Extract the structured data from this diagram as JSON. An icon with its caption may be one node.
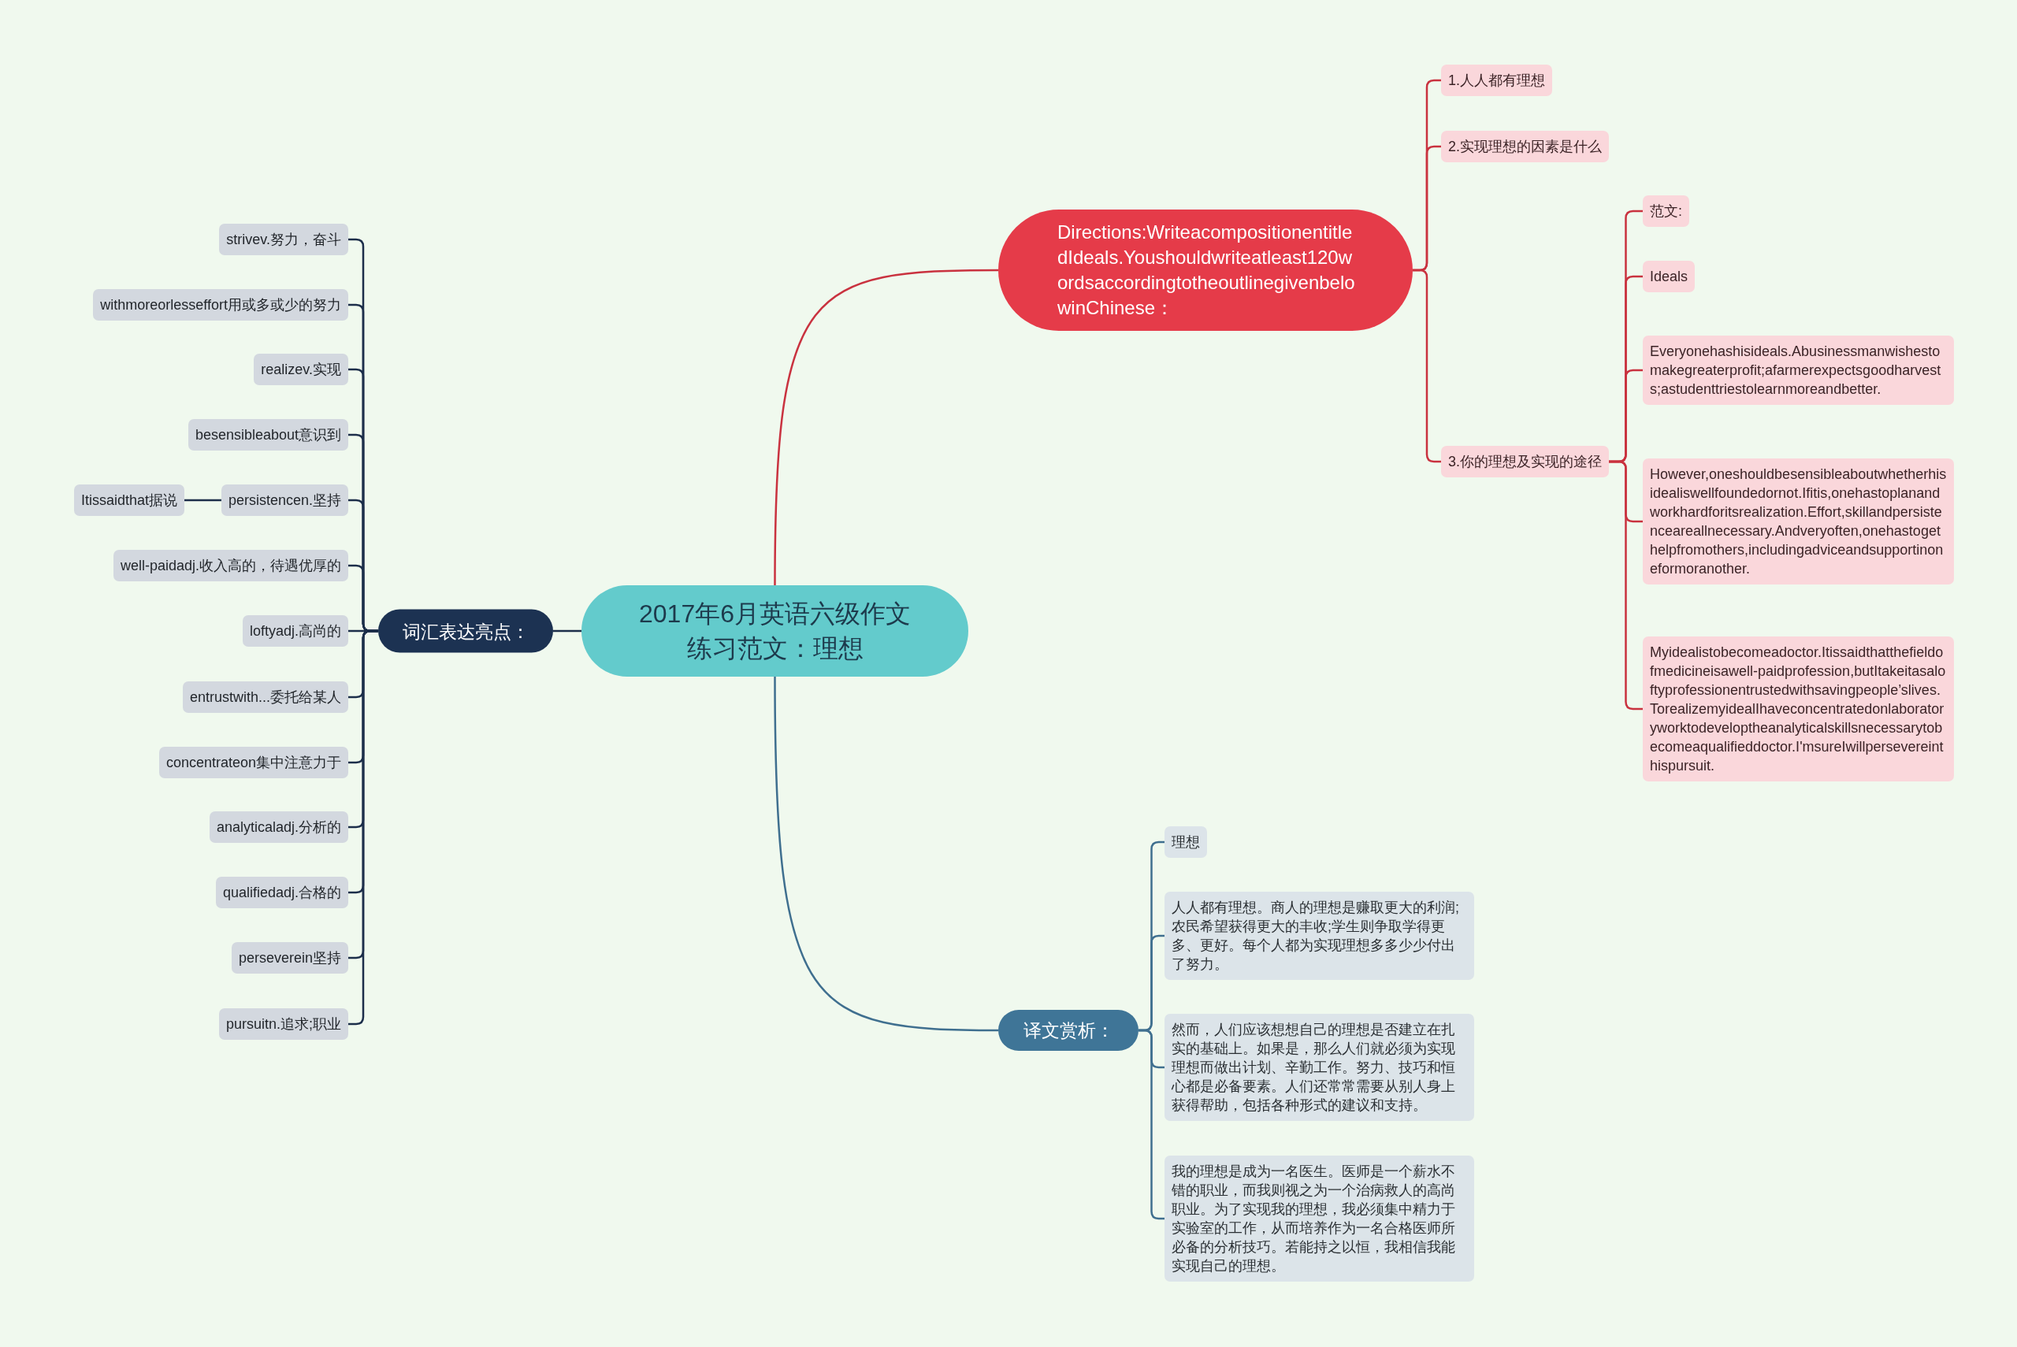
{
  "diagram": {
    "nodes": [
      {
        "text": [
          "2017年6月英语六级作文练习范文：理想"
        ]
      },
      {
        "text": [
          "Directions:WriteacompositionentitledIdeals.Youshouldwriteatleast120wordsaccordingtotheoutlinegivenbelowinChinese："
        ]
      },
      {
        "text": [
          "1.人人都有理想"
        ]
      },
      {
        "text": [
          "2.实现理想的因素是什么"
        ]
      },
      {
        "text": [
          "3.你的理想及实现的途径"
        ]
      },
      {
        "text": [
          "范文:"
        ]
      },
      {
        "text": [
          "Ideals"
        ]
      },
      {
        "text": [
          "Everyonehashisideals.Abusinessmanwishestomakegreaterprofit;afarmerexpectsgoodharvests;astudenttriestolearnmoreandbetter."
        ]
      },
      {
        "text": [
          "However,oneshouldbesensibleaboutwhetherhisidealiswellfoundedornot.Ifitis,onehastoplanandworkhardforitsrealization.Effort,skillandpersistenceareallnecessary.Andveryoften,onehastogethelpfromothers,includingadviceandsupportinoneformoranother."
        ]
      },
      {
        "text": [
          "Myidealistobecomeadoctor.Itissaidthatthefieldofmedicineisawell-paidprofession,butItakeitasaloftyprofessionentrustedwithsavingpeople’slives.TorealizemyidealIhaveconcentratedonlaboratoryworktodeveloptheanalyticalskillsnecessarytobecomeaqualifieddoctor.I'msureIwillpersevereinthispursuit."
        ]
      },
      {
        "text": [
          "词汇表达亮点："
        ]
      },
      {
        "text": [
          "strivev.努力，奋斗"
        ]
      },
      {
        "text": [
          "withmoreorlesseffort用或多或少的努力"
        ]
      },
      {
        "text": [
          "realizev.实现"
        ]
      },
      {
        "text": [
          "besensibleabout意识到"
        ]
      },
      {
        "text": [
          "persistencen.坚持"
        ]
      },
      {
        "text": [
          "Itissaidthat据说"
        ]
      },
      {
        "text": [
          "well-paidadj.收入高的，待遇优厚的"
        ]
      },
      {
        "text": [
          "loftyadj.高尚的"
        ]
      },
      {
        "text": [
          "entrustwith...委托给某人"
        ]
      },
      {
        "text": [
          "concentrateon集中注意力于"
        ]
      },
      {
        "text": [
          "analyticaladj.分析的"
        ]
      },
      {
        "text": [
          "qualifiedadj.合格的"
        ]
      },
      {
        "text": [
          "perseverein坚持"
        ]
      },
      {
        "text": [
          "pursuitn.追求;职业"
        ]
      },
      {
        "text": [
          "译文赏析："
        ]
      },
      {
        "text": [
          "理想"
        ]
      },
      {
        "text": [
          "人人都有理想。商人的理想是赚取更大的利润;农民希望获得更大的丰收;学生则争取学得更多、更好。每个人都为实现理想多多少少付出了努力。"
        ]
      },
      {
        "text": [
          "然而，人们应该想想自己的理想是否建立在扎实的基础上。如果是，那么人们就必须为实现理想而做出计划、辛勤工作。努力、技巧和恒心都是必备要素。人们还常常需要从别人身上获得帮助，包括各种形式的建议和支持。"
        ]
      },
      {
        "text": [
          "我的理想是成为一名医生。医师是一个薪水不错的职业，而我则视之为一个治病救人的高尚职业。为了实现我的理想，我必须集中精力于实验室的工作，从而培养作为一名合格医师所必备的分析技巧。若能持之以恒，我相信我能实现自己的理想。"
        ]
      }
    ],
    "edges": [
      {
        "from": 0,
        "to": 1,
        "arrow": "none",
        "color": "#c9323f"
      },
      {
        "from": 1,
        "to": 2,
        "arrow": "none",
        "color": "#c9323f"
      },
      {
        "from": 1,
        "to": 3,
        "arrow": "none",
        "color": "#c9323f"
      },
      {
        "from": 1,
        "to": 4,
        "arrow": "none",
        "color": "#c9323f"
      },
      {
        "from": 4,
        "to": 5,
        "arrow": "none",
        "color": "#c9323f"
      },
      {
        "from": 4,
        "to": 6,
        "arrow": "none",
        "color": "#c9323f"
      },
      {
        "from": 4,
        "to": 7,
        "arrow": "none",
        "color": "#c9323f"
      },
      {
        "from": 4,
        "to": 8,
        "arrow": "none",
        "color": "#c9323f"
      },
      {
        "from": 4,
        "to": 9,
        "arrow": "none",
        "color": "#c9323f"
      },
      {
        "from": 0,
        "to": 10,
        "arrow": "none"
      },
      {
        "from": 10,
        "to": 11,
        "arrow": "none"
      },
      {
        "from": 10,
        "to": 12,
        "arrow": "none"
      },
      {
        "from": 10,
        "to": 13,
        "arrow": "none"
      },
      {
        "from": 10,
        "to": 14,
        "arrow": "none"
      },
      {
        "from": 10,
        "to": 15,
        "arrow": "none"
      },
      {
        "from": 10,
        "to": 17,
        "arrow": "none"
      },
      {
        "from": 10,
        "to": 18,
        "arrow": "none"
      },
      {
        "from": 10,
        "to": 19,
        "arrow": "none"
      },
      {
        "from": 10,
        "to": 20,
        "arrow": "none"
      },
      {
        "from": 10,
        "to": 21,
        "arrow": "none"
      },
      {
        "from": 10,
        "to": 22,
        "arrow": "none"
      },
      {
        "from": 10,
        "to": 23,
        "arrow": "none"
      },
      {
        "from": 10,
        "to": 24,
        "arrow": "none"
      },
      {
        "from": 15,
        "to": 16,
        "arrow": "none"
      },
      {
        "from": 0,
        "to": 25,
        "arrow": "none",
        "color": "#3f6f8f"
      },
      {
        "from": 25,
        "to": 26,
        "arrow": "none",
        "color": "#3f6f8f"
      },
      {
        "from": 25,
        "to": 27,
        "arrow": "none",
        "color": "#3f6f8f"
      },
      {
        "from": 25,
        "to": 28,
        "arrow": "none",
        "color": "#3f6f8f"
      },
      {
        "from": 25,
        "to": 29,
        "arrow": "none",
        "color": "#3f6f8f"
      }
    ]
  }
}
